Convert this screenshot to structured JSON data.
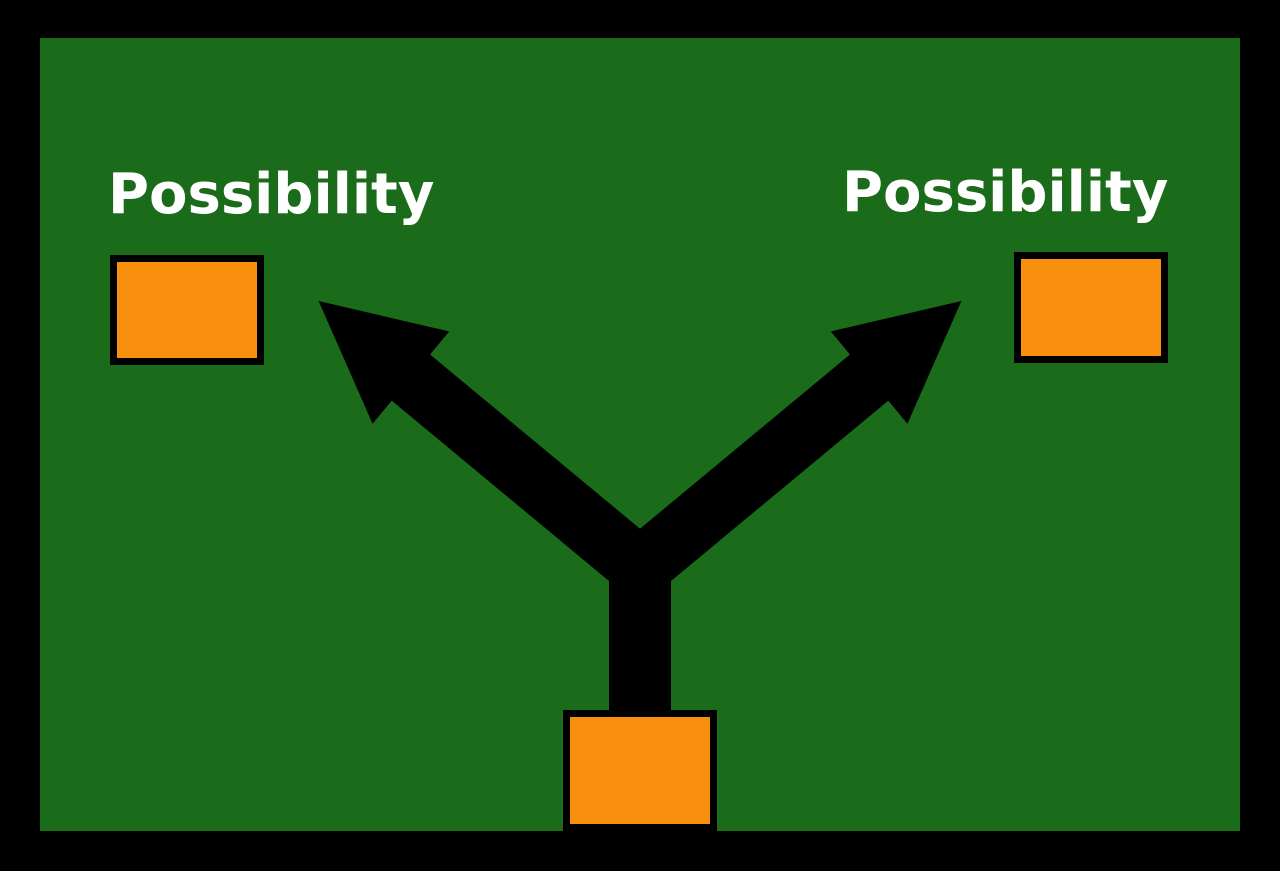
{
  "diagram": {
    "title": "decision-fork-diagram",
    "labels": {
      "left": "Possibility",
      "right": "Possibility"
    },
    "boxes": {
      "left": "possibility-option-box",
      "right": "possibility-option-box",
      "bottom": "starting-point-box"
    },
    "arrow": "y-shaped-double-arrow pointing from bottom box toward upper-left and upper-right option boxes"
  },
  "colors": {
    "bg": "#000000",
    "field": "#1a6b1a",
    "box": "#f9900d",
    "arrow": "#000000",
    "text": "#ffffff"
  }
}
